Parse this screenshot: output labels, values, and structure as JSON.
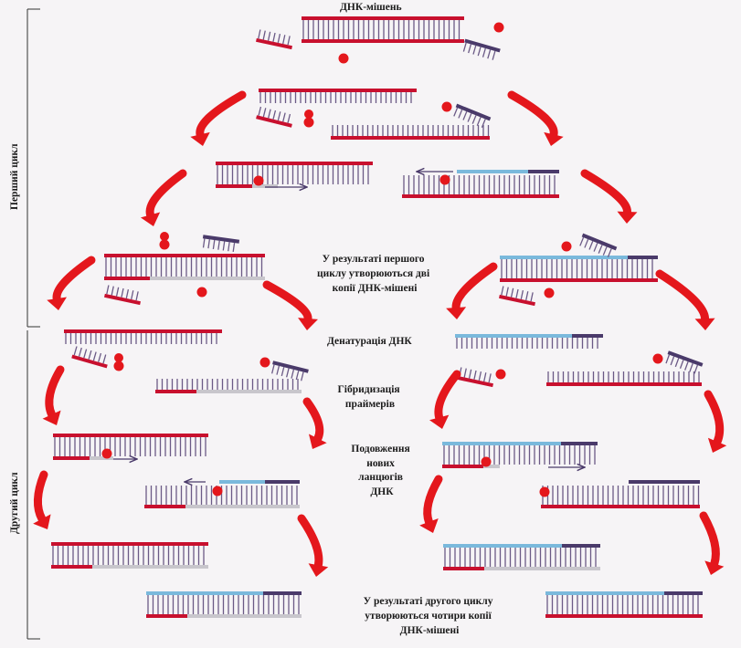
{
  "labels": {
    "target": "ДНК-мішень",
    "first_result": [
      "У результаті першого",
      "циклу утворюються дві",
      "копії ДНК-мішені"
    ],
    "denaturation": "Денатурація ДНК",
    "hybridization": [
      "Гібридизація",
      "праймерів"
    ],
    "elongation": [
      "Подовження",
      "нових",
      "ланцюгів",
      "ДНК"
    ],
    "second_result": [
      "У результаті другого циклу",
      "утворюються чотири копії",
      "ДНК-мішені"
    ]
  },
  "sides": {
    "first_cycle": "Перший цикл",
    "second_cycle": "Другий цикл"
  },
  "colors": {
    "strand_red": "#c8102e",
    "strand_blue": "#7ab9dc",
    "strand_dark": "#4a3a6a",
    "strand_gray": "#c8c6cc",
    "arrow_red": "#e4171c",
    "background": "#f6f4f6"
  },
  "icons": {
    "polymerase": "red-dot-icon",
    "arrow": "curved-arrow-icon"
  }
}
